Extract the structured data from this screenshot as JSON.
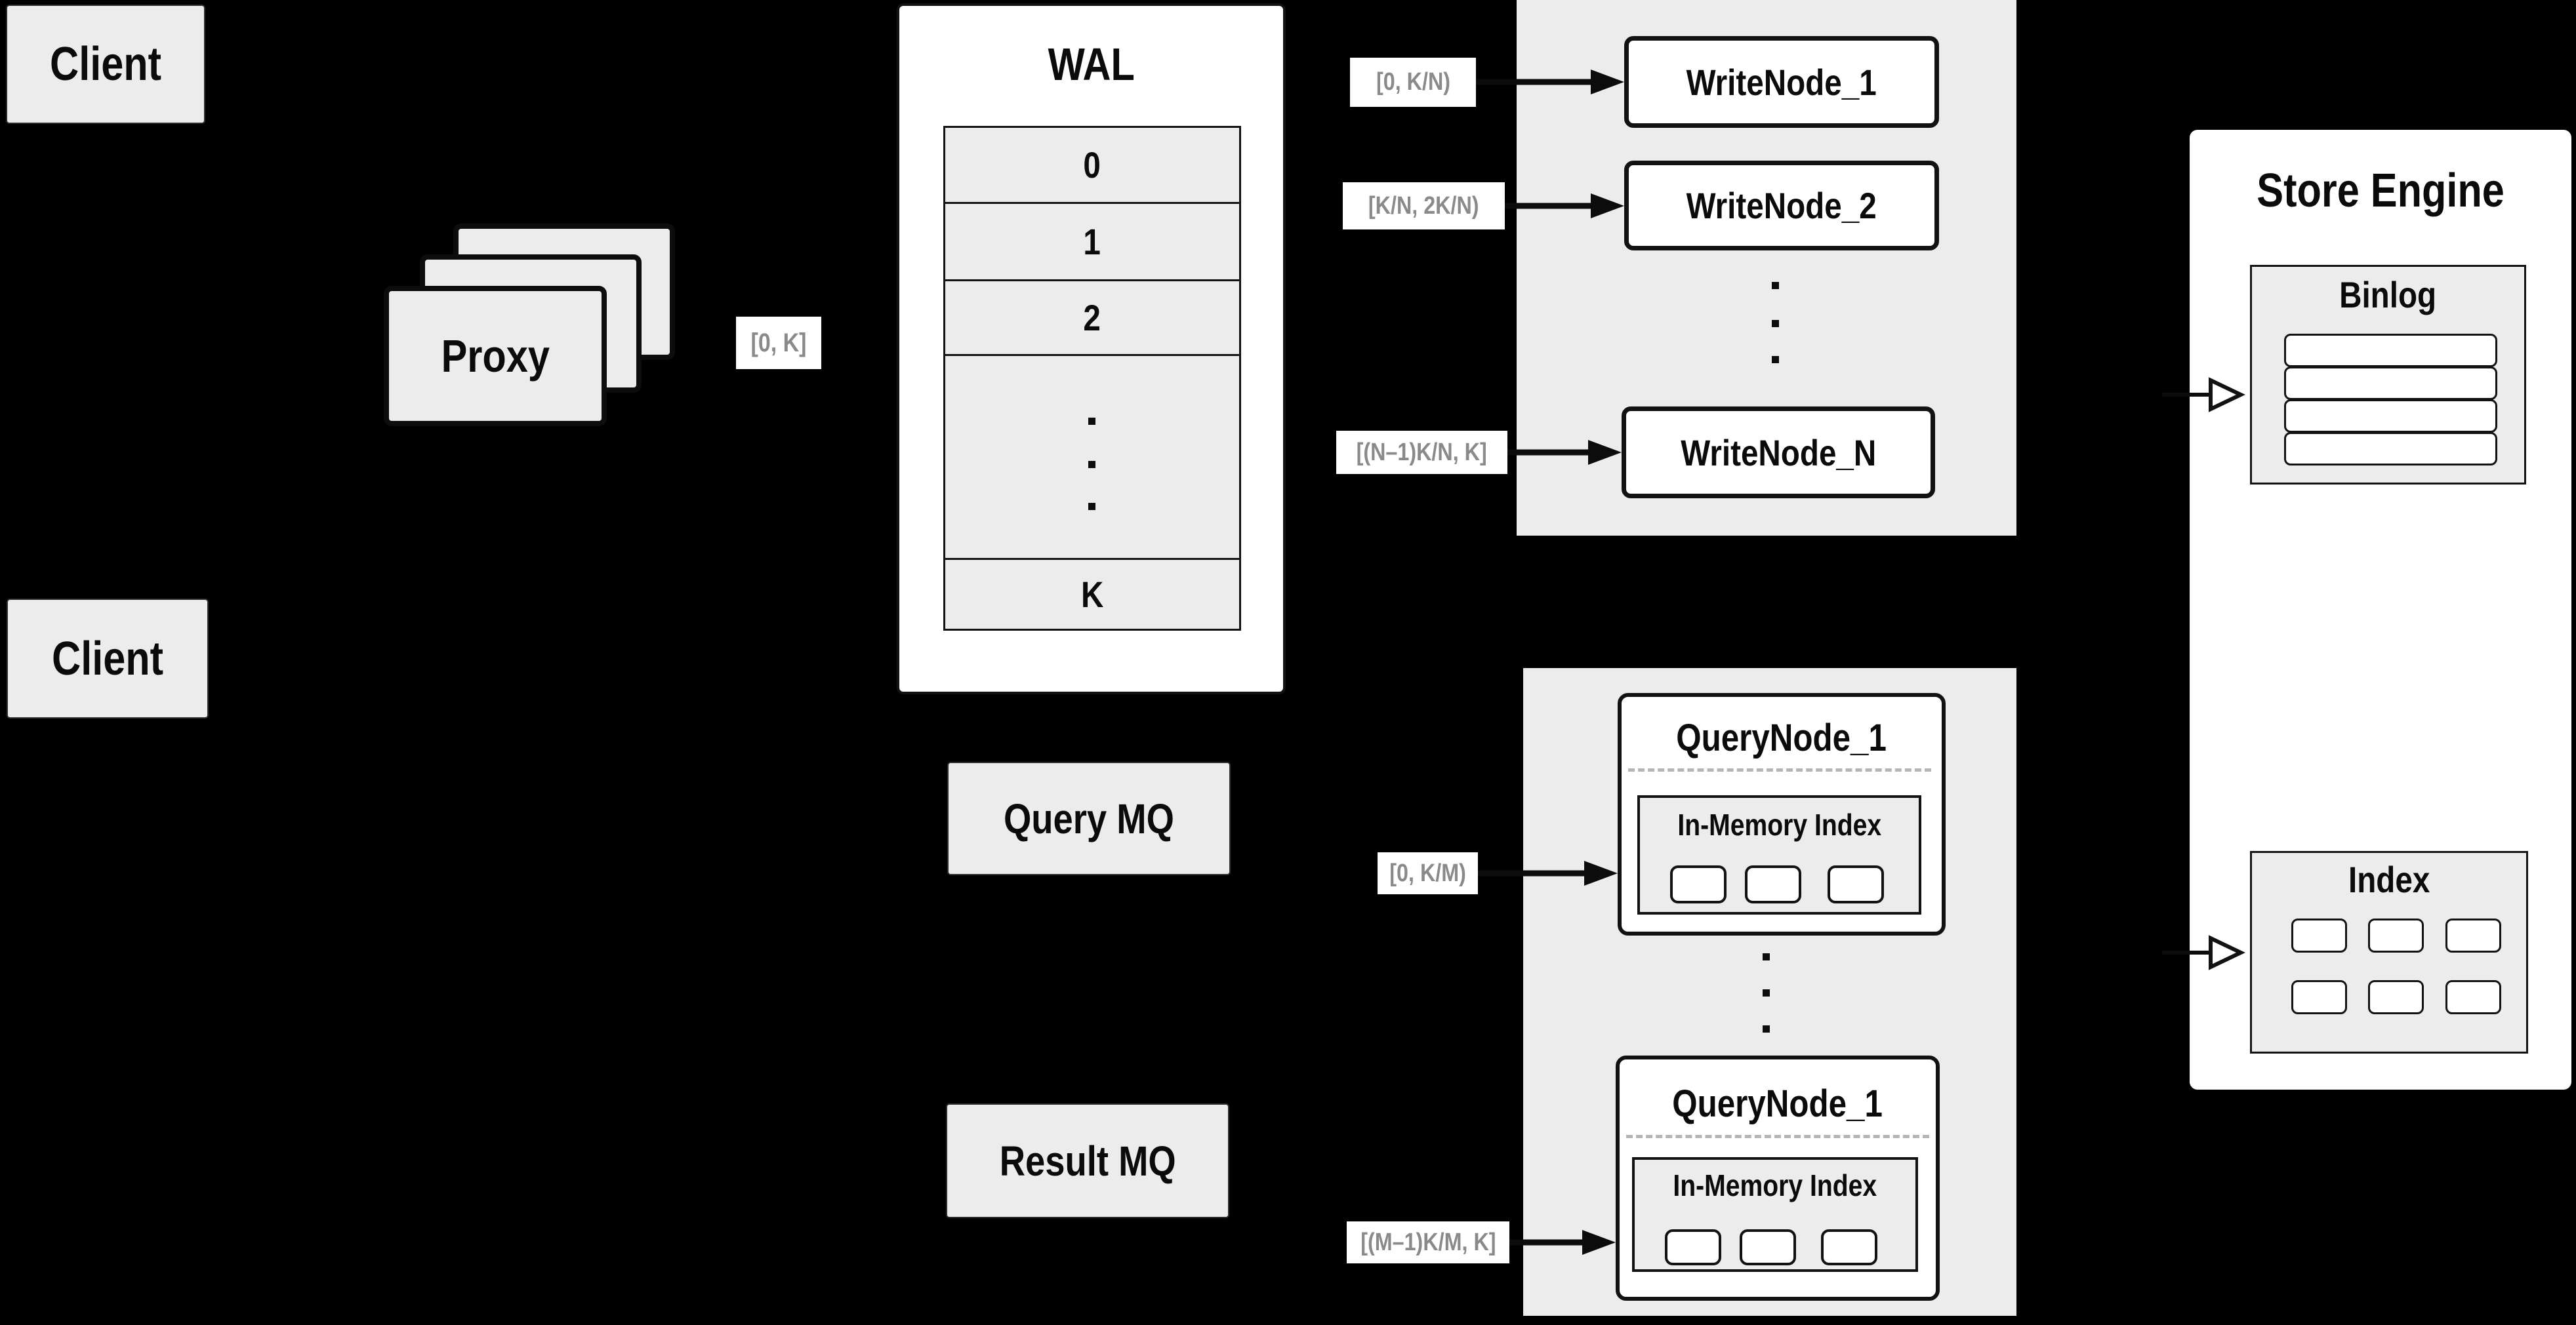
{
  "diagram": {
    "background_color": "#000000",
    "box_fill_color": "#ececec",
    "border_color": "#121212",
    "range_label_text_color": "#8a8a8a"
  },
  "nodes": {
    "client_top": "Client",
    "client_bottom": "Client",
    "proxy": "Proxy",
    "query_mq": "Query MQ",
    "result_mq": "Result MQ"
  },
  "wal": {
    "title": "WAL",
    "rows": [
      "0",
      "1",
      "2"
    ],
    "last_row": "K"
  },
  "range_labels": {
    "proxy_out": "[0, K]",
    "write_node_1": "[0, K/N)",
    "write_node_2": "[K/N, 2K/N)",
    "write_node_n": "[(N–1)K/N, K]",
    "query_node_1": "[0, K/M)",
    "query_node_m": "[(M–1)K/M, K]"
  },
  "write_nodes": {
    "node_1": "WriteNode_1",
    "node_2": "WriteNode_2",
    "node_n": "WriteNode_N"
  },
  "query_nodes": {
    "node_top": {
      "title": "QueryNode_1",
      "inner": "In-Memory Index"
    },
    "node_bottom": {
      "title": "QueryNode_1",
      "inner": "In-Memory Index"
    }
  },
  "store_engine": {
    "title": "Store Engine",
    "binlog": "Binlog",
    "index": "Index"
  }
}
